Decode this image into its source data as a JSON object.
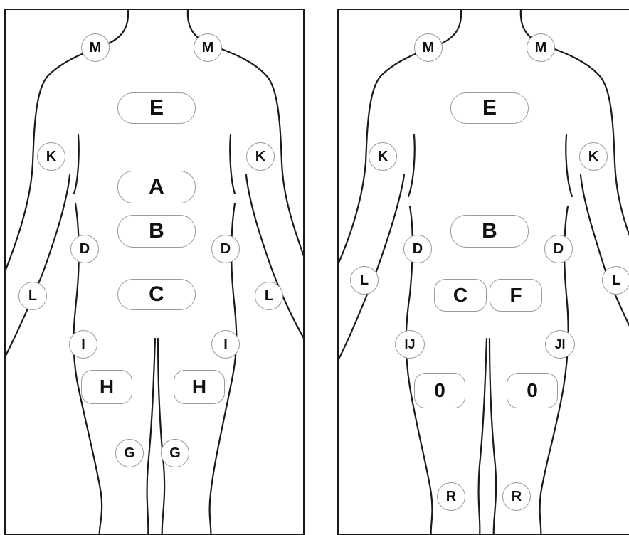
{
  "front_view": {
    "shoulder_left": "M",
    "shoulder_right": "M",
    "chest": "E",
    "upper_abdomen": "A",
    "mid_abdomen": "B",
    "lower_abdomen": "C",
    "upper_arm_left": "K",
    "upper_arm_right": "K",
    "side_left": "D",
    "side_right": "D",
    "forearm_left": "L",
    "forearm_right": "L",
    "hip_left": "I",
    "hip_right": "I",
    "thigh_left": "H",
    "thigh_right": "H",
    "inner_thigh_left": "G",
    "inner_thigh_right": "G"
  },
  "back_view": {
    "shoulder_left": "M",
    "shoulder_right": "M",
    "upper_back": "E",
    "lower_back": "B",
    "buttock_left": "C",
    "buttock_right": "F",
    "upper_arm_left": "K",
    "upper_arm_right": "K",
    "side_left": "D",
    "side_right": "D",
    "forearm_left": "L",
    "forearm_right": "L",
    "hip_left": "IJ",
    "hip_right": "JI",
    "thigh_left": "0",
    "thigh_right": "0",
    "calf_left": "R",
    "calf_right": "R"
  },
  "colors": {
    "outline": "#1a1a1a",
    "label_border": "#9a9a9a"
  }
}
